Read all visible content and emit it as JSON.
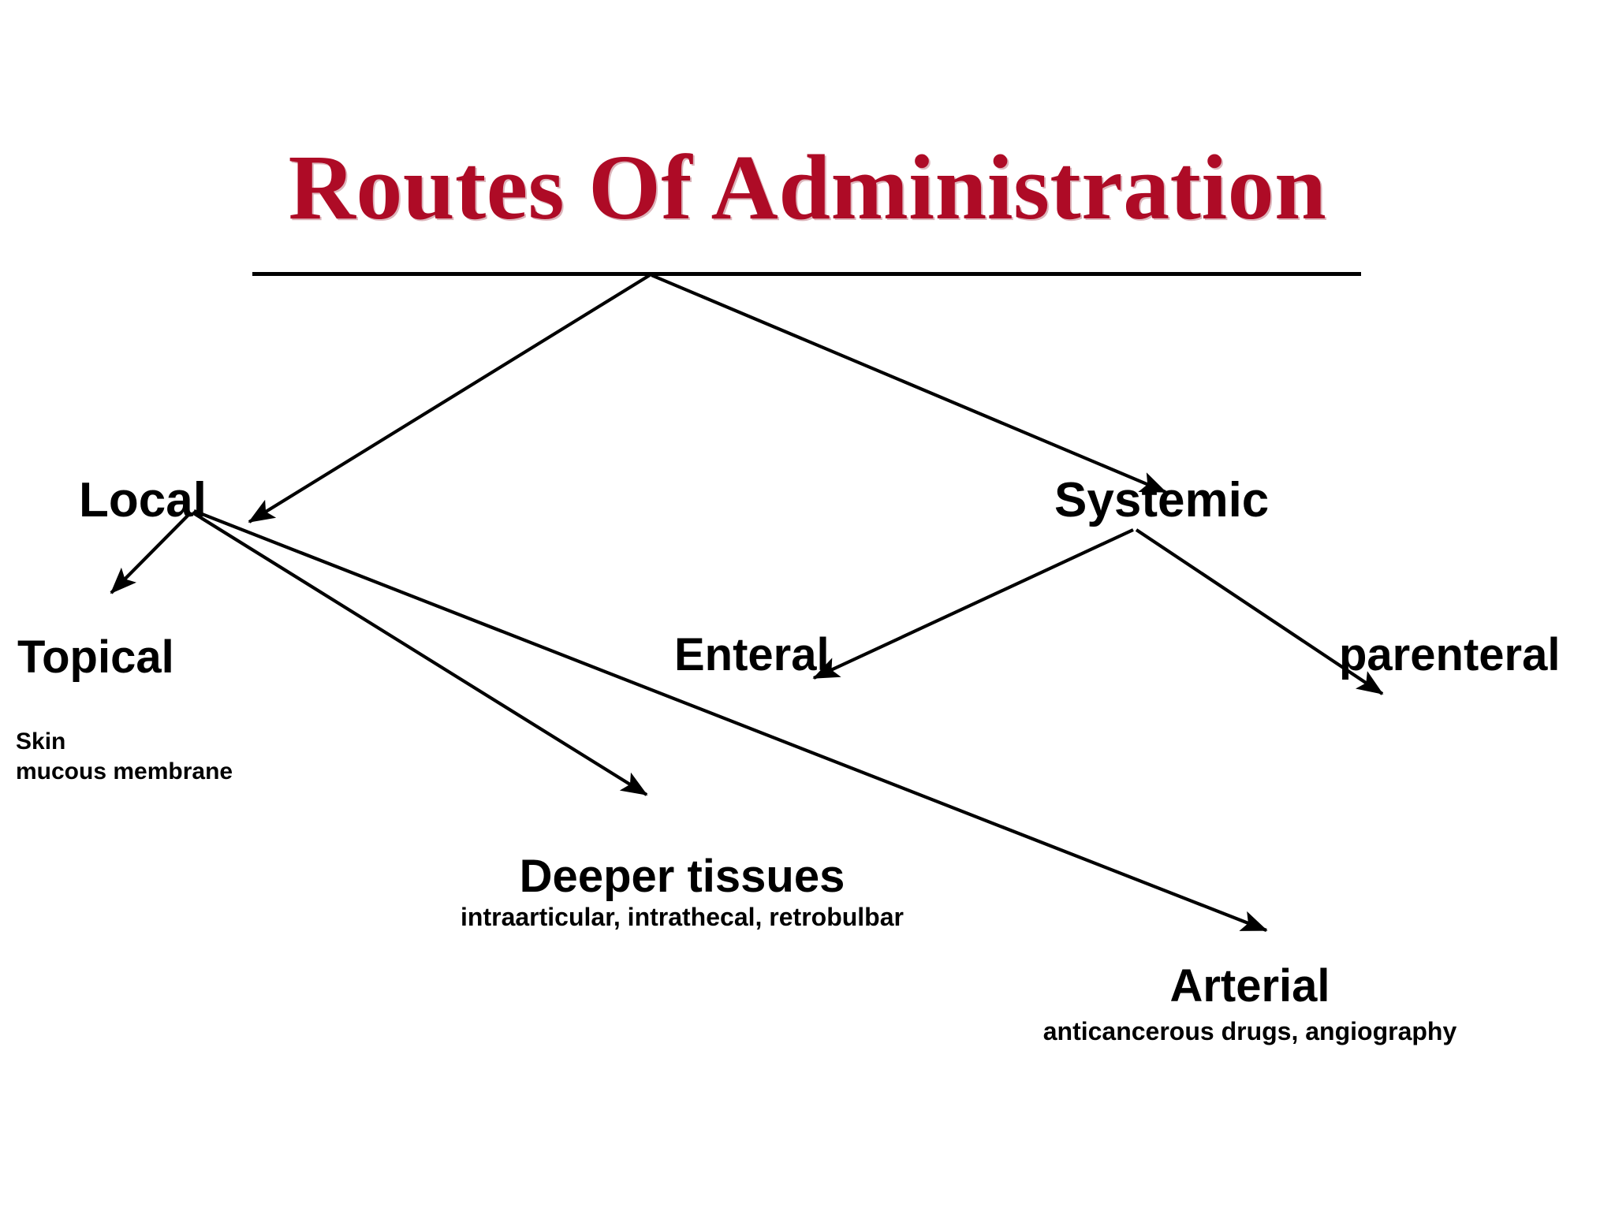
{
  "slide": {
    "title": "Routes Of Administration",
    "accent_color": "#AE0B26",
    "text_color": "#000000",
    "background_color": "#FFFFFF"
  },
  "nodes": {
    "root": "Routes Of Administration",
    "local": "Local",
    "systemic": "Systemic",
    "topical": "Topical",
    "topical_detail_line1": "Skin",
    "topical_detail_line2": "mucous membrane",
    "enteral": "Enteral",
    "parenteral": "parenteral",
    "deeper_tissues": "Deeper tissues",
    "deeper_tissues_detail": "intraarticular, intrathecal, retrobulbar",
    "arterial": "Arterial",
    "arterial_detail": "anticancerous drugs, angiography"
  },
  "chart_data": {
    "type": "diagram",
    "title": "Routes Of Administration",
    "layout": "hierarchy-tree",
    "edges": [
      {
        "from": "root",
        "to": "local"
      },
      {
        "from": "root",
        "to": "systemic"
      },
      {
        "from": "local",
        "to": "topical"
      },
      {
        "from": "local",
        "to": "deeper_tissues"
      },
      {
        "from": "local",
        "to": "arterial"
      },
      {
        "from": "systemic",
        "to": "enteral"
      },
      {
        "from": "systemic",
        "to": "parenteral"
      }
    ]
  }
}
